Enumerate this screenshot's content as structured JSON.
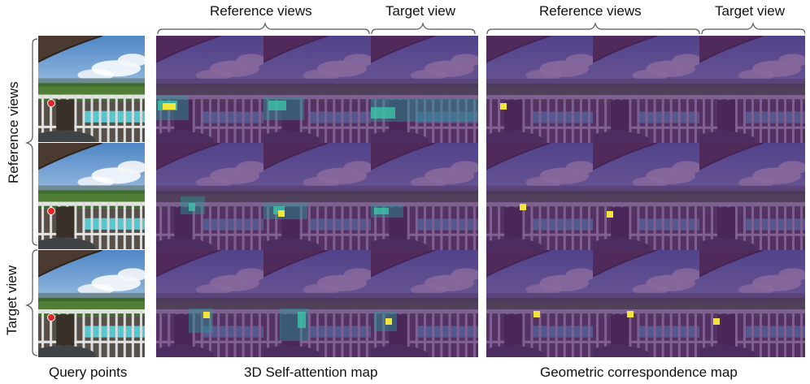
{
  "figure": {
    "query_points_label": "Query points",
    "self_attention_label": "3D Self-attention map",
    "geometric_label": "Geometric correspondence map",
    "reference_views_label": "Reference views",
    "target_view_label": "Target view",
    "side_reference_label": "Reference views",
    "side_target_label": "Target view"
  },
  "colors": {
    "overlay": "#52236e",
    "highlight": "#f2e43a",
    "query_point": "#e52523"
  }
}
